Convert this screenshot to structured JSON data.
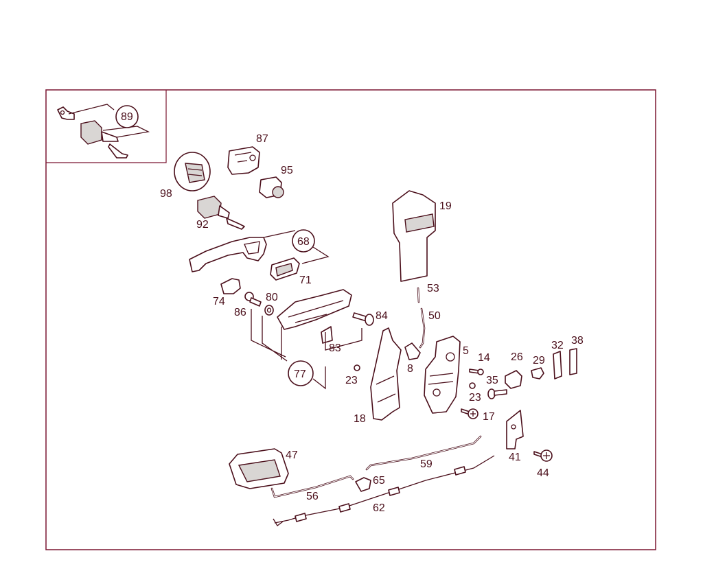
{
  "callouts": {
    "c89": "89",
    "c87": "87",
    "c95": "95",
    "c98": "98",
    "c92": "92",
    "c68": "68",
    "c71": "71",
    "c74": "74",
    "c86": "86",
    "c80": "80",
    "c84": "84",
    "c83": "83",
    "c77": "77",
    "c19": "19",
    "c53": "53",
    "c50": "50",
    "c5": "5",
    "c14": "14",
    "c26": "26",
    "c32": "32",
    "c38": "38",
    "c29": "29",
    "c35": "35",
    "c23a": "23",
    "c23b": "23",
    "c8": "8",
    "c18": "18",
    "c17": "17",
    "c41": "41",
    "c44": "44",
    "c47": "47",
    "c59": "59",
    "c65": "65",
    "c56": "56",
    "c62": "62"
  },
  "colors": {
    "line": "#4a0e1a",
    "frame": "#7a1530",
    "shade": "#d9d6d4"
  }
}
